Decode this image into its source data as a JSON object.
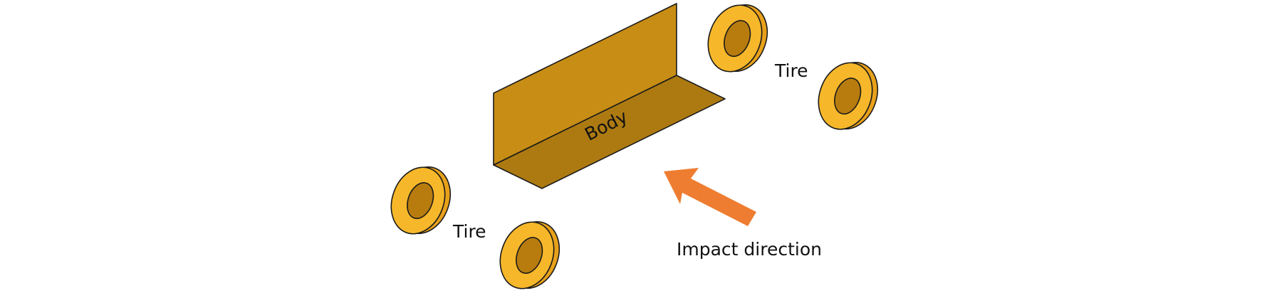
{
  "labels": {
    "body": "Body",
    "tire_upper": "Tire",
    "tire_lower": "Tire",
    "impact": "Impact direction"
  },
  "colors": {
    "body_back": "#C88D14",
    "body_floor": "#AD7A12",
    "tire_outer": "#E8A11A",
    "tire_side": "#F6B72A",
    "tire_hole": "#B87C0E",
    "arrow": "#EE7D31",
    "outline": "#1a1a1a"
  }
}
